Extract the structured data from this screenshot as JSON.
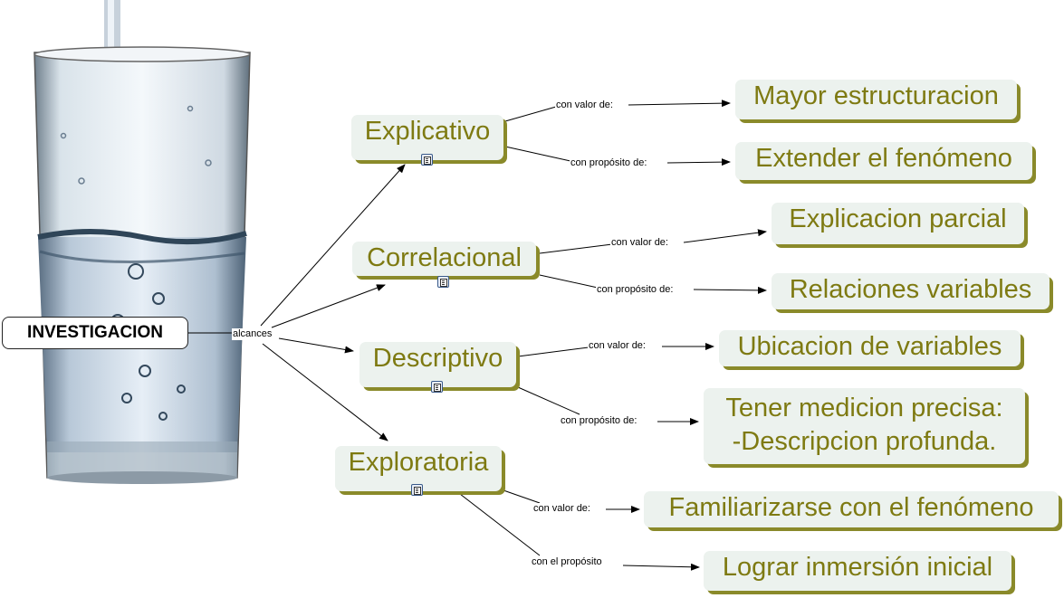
{
  "root": {
    "label": "INVESTIGACION",
    "link_label": "alcances"
  },
  "concepts": {
    "explicativo": "Explicativo",
    "correlacional": "Correlacional",
    "descriptivo": "Descriptivo",
    "exploratoria": "Exploratoria"
  },
  "links": {
    "valor": "con valor de:",
    "proposito": "con propósito de:",
    "el_proposito": "con el propósito"
  },
  "leaves": {
    "mayor_estructuracion": "Mayor estructuracion",
    "extender_fenomeno": "Extender el fenómeno",
    "explicacion_parcial": "Explicacion parcial",
    "relaciones_variables": "Relaciones variables",
    "ubicacion_variables": "Ubicacion de variables",
    "tener_medicion_line1": "Tener medicion precisa:",
    "tener_medicion_line2": "-Descripcion profunda.",
    "familiarizarse": "Familiarizarse con el fenómeno",
    "lograr_inmersion": "Lograr inmersión inicial"
  },
  "colors": {
    "node_text": "#7e7a12",
    "node_fill": "#ecf2ee",
    "node_shadow": "#8a8a2a",
    "line": "#000000"
  },
  "icons": [
    "glass-of-water-image",
    "document-icon"
  ]
}
